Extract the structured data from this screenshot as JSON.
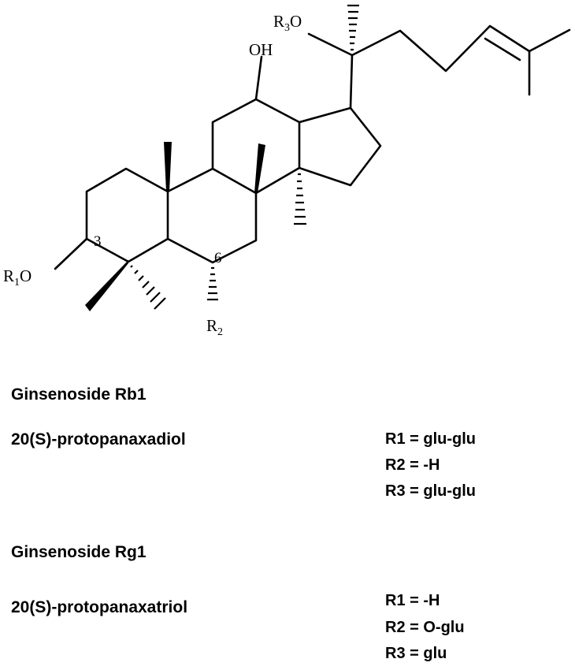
{
  "structure": {
    "labels": {
      "r1o": {
        "r": "R",
        "sub": "1",
        "rest": "O"
      },
      "r2": {
        "r": "R",
        "sub": "2"
      },
      "r3o": {
        "r": "R",
        "sub": "3",
        "rest": "O"
      },
      "oh": "OH",
      "pos3": "3",
      "pos6": "6"
    },
    "bond_color": "#000000"
  },
  "compounds": [
    {
      "name": "Ginsenoside Rb1",
      "aglycone": "20(S)-protopanaxadiol",
      "substituents": [
        "R1 = glu-glu",
        "R2 = -H",
        "R3 = glu-glu"
      ]
    },
    {
      "name": "Ginsenoside Rg1",
      "aglycone": "20(S)-protopanaxatriol",
      "substituents": [
        "R1 = -H",
        "R2 = O-glu",
        "R3 = glu"
      ]
    }
  ]
}
